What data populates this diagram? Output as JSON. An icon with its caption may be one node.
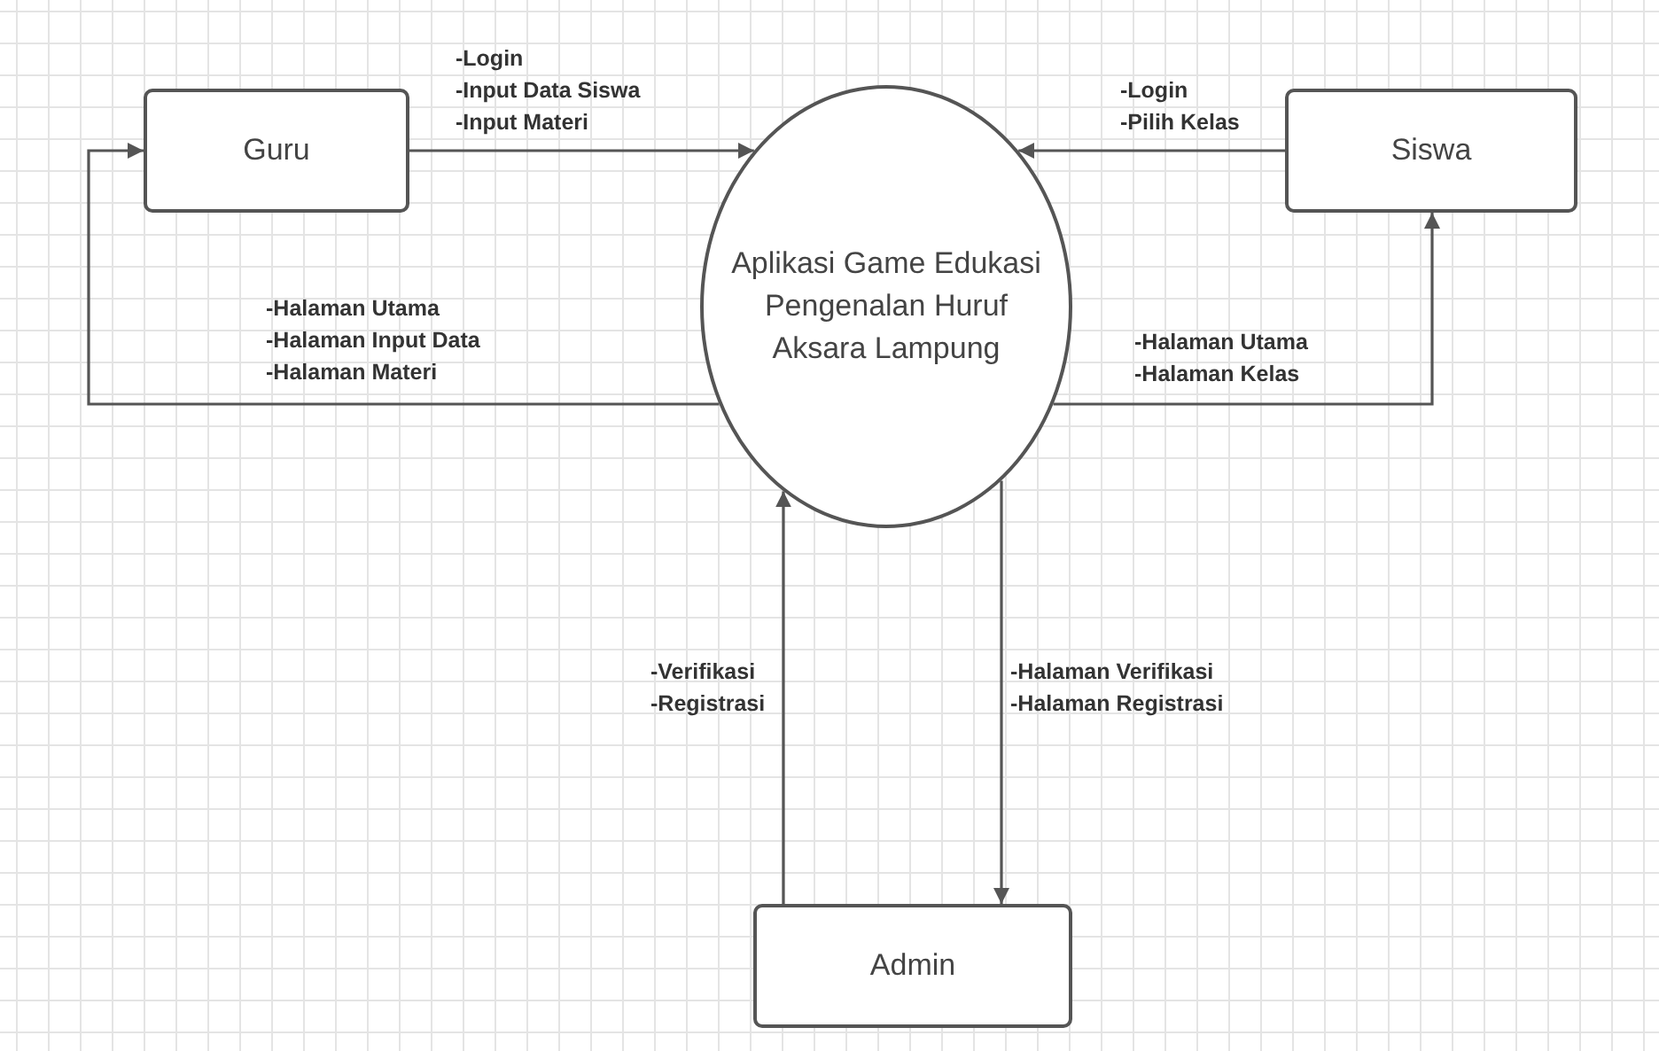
{
  "diagram": {
    "nodes": [
      {
        "text": [
          "Guru"
        ]
      },
      {
        "text": [
          "Aplikasi Game Edukasi Pengenalan Huruf Aksara Lampung"
        ]
      },
      {
        "text": [
          "Siswa"
        ]
      },
      {
        "text": [
          "Admin"
        ]
      }
    ],
    "edges": [
      {
        "from": 0,
        "to": 1,
        "arrow": "to",
        "label": "-Login -Input Data Siswa -Input Materi"
      },
      {
        "from": 2,
        "to": 1,
        "arrow": "to",
        "label": "-Login -Pilih Kelas"
      },
      {
        "from": 1,
        "to": 0,
        "arrow": "to",
        "label": "-Halaman Utama -Halaman Input Data -Halaman Materi"
      },
      {
        "from": 1,
        "to": 2,
        "arrow": "to",
        "label": "-Halaman Utama -Halaman Kelas"
      },
      {
        "from": 3,
        "to": 1,
        "arrow": "to",
        "label": "-Verifikasi -Registrasi"
      },
      {
        "from": 1,
        "to": 3,
        "arrow": "to",
        "label": "-Halaman Verifikasi -Halaman Registrasi"
      }
    ]
  }
}
